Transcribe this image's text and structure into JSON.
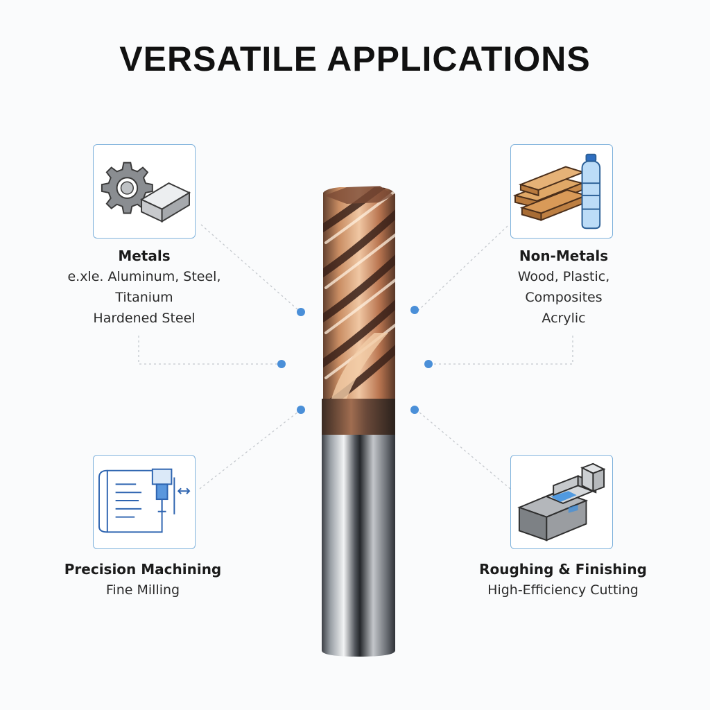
{
  "title": "VERSATILE APPLICATIONS",
  "colors": {
    "accent": "#4a8fd8",
    "box_border": "#7fb2dc",
    "coating": "#c8865a",
    "shank": "#8c9096"
  },
  "sections": {
    "metals": {
      "heading": "Metals",
      "lines": [
        "e.xle. Aluminum, Steel,",
        "Titanium",
        "Hardened Steel"
      ],
      "icon": "gear-and-metal-block-icon"
    },
    "non_metals": {
      "heading": "Non-Metals",
      "lines": [
        "Wood, Plastic,",
        "Composites",
        "Acrylic"
      ],
      "icon": "wood-planks-and-bottle-icon"
    },
    "precision": {
      "heading": "Precision Machining",
      "lines": [
        "Fine Milling"
      ],
      "icon": "blueprint-milling-icon"
    },
    "roughing": {
      "heading": "Roughing & Finishing",
      "lines": [
        "High-Efficiency Cutting"
      ],
      "icon": "cutting-block-icon"
    }
  }
}
